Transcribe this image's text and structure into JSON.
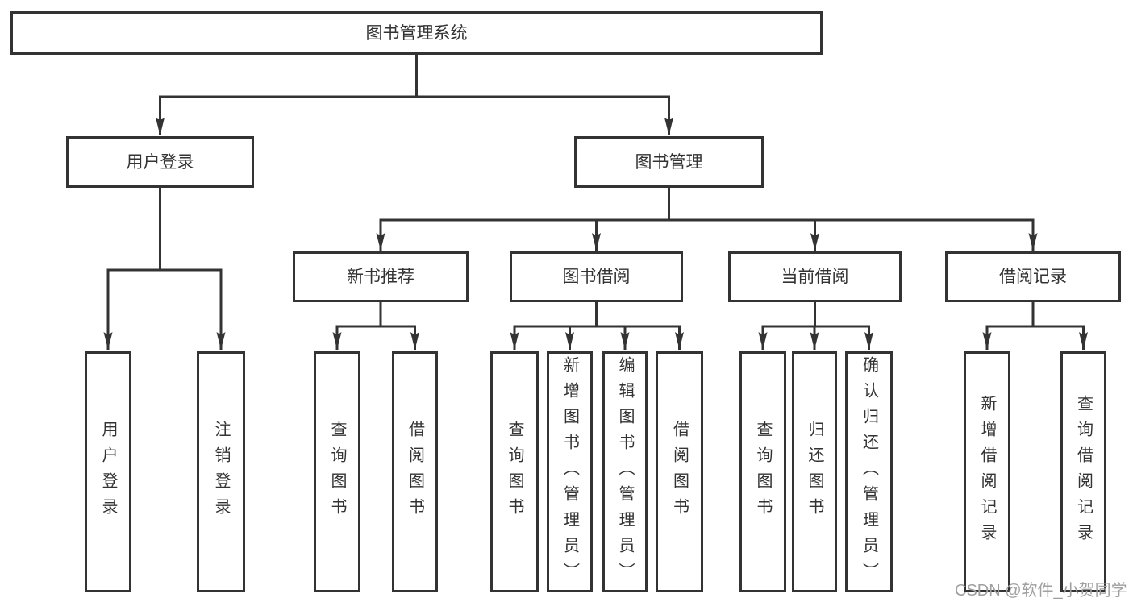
{
  "diagram": {
    "title": "图书管理系统",
    "nodes": {
      "root": "图书管理系统",
      "user_login": "用户登录",
      "book_mgmt": "图书管理",
      "new_book_rec": "新书推荐",
      "book_borrow": "图书借阅",
      "current_borrow": "当前借阅",
      "borrow_records": "借阅记录",
      "leaf_login": "用户登录",
      "leaf_logout": "注销登录",
      "leaf_nbr_query": "查询图书",
      "leaf_nbr_borrow": "借阅图书",
      "leaf_bb_query": "查询图书",
      "leaf_bb_add": "新增图书（管理员）",
      "leaf_bb_edit": "编辑图书（管理员）",
      "leaf_bb_borrow": "借阅图书",
      "leaf_cb_query": "查询图书",
      "leaf_cb_return": "归还图书",
      "leaf_cb_confirm": "确认归还（管理员）",
      "leaf_br_add": "新增借阅记录",
      "leaf_br_query": "查询借阅记录"
    },
    "edges": [
      [
        "图书管理系统",
        "用户登录"
      ],
      [
        "图书管理系统",
        "图书管理"
      ],
      [
        "用户登录",
        "用户登录(叶)"
      ],
      [
        "用户登录",
        "注销登录"
      ],
      [
        "图书管理",
        "新书推荐"
      ],
      [
        "图书管理",
        "图书借阅"
      ],
      [
        "图书管理",
        "当前借阅"
      ],
      [
        "图书管理",
        "借阅记录"
      ],
      [
        "新书推荐",
        "查询图书"
      ],
      [
        "新书推荐",
        "借阅图书"
      ],
      [
        "图书借阅",
        "查询图书"
      ],
      [
        "图书借阅",
        "新增图书（管理员）"
      ],
      [
        "图书借阅",
        "编辑图书（管理员）"
      ],
      [
        "图书借阅",
        "借阅图书"
      ],
      [
        "当前借阅",
        "查询图书"
      ],
      [
        "当前借阅",
        "归还图书"
      ],
      [
        "当前借阅",
        "确认归还（管理员）"
      ],
      [
        "借阅记录",
        "新增借阅记录"
      ],
      [
        "借阅记录",
        "查询借阅记录"
      ]
    ],
    "colors": {
      "line": "#333333",
      "box_border": "#333333",
      "box_fill": "#ffffff",
      "text": "#333333",
      "background": "#ffffff",
      "watermark": "#a0a0a0"
    }
  },
  "watermark": {
    "text": "CSDN @软件_小贺同学"
  }
}
